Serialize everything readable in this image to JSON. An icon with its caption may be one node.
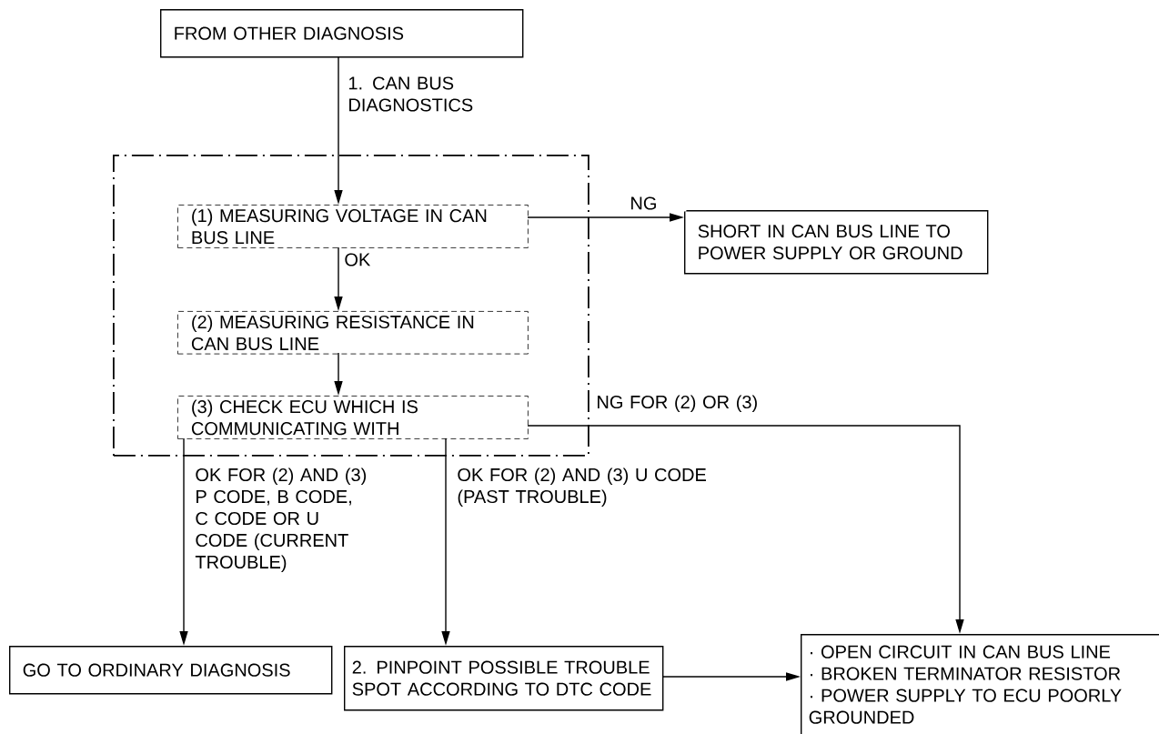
{
  "diagram": {
    "nodes": [
      {
        "text": [
          "FROM OTHER DIAGNOSIS"
        ]
      },
      {
        "text": [],
        "shape": "box"
      },
      {
        "text": [
          "(1) MEASURING VOLTAGE IN CAN BUS LINE"
        ],
        "in": 1
      },
      {
        "text": [
          "(2) MEASURING RESISTANCE IN CAN BUS LINE"
        ],
        "in": 1
      },
      {
        "text": [
          "(3) CHECK ECU WHICH IS COMMUNICATING WITH"
        ],
        "in": 1
      },
      {
        "text": [
          "SHORT IN CAN BUS LINE TO POWER SUPPLY OR GROUND"
        ]
      },
      {
        "text": [
          "GO TO ORDINARY DIAGNOSIS"
        ]
      },
      {
        "text": [
          "2. PINPOINT POSSIBLE TROUBLE SPOT ACCORDING TO DTC CODE"
        ]
      },
      {
        "text": [
          "· OPEN CIRCUIT IN CAN BUS LINE",
          "· BROKEN TERMINATOR RESISTOR",
          "· POWER SUPPLY TO ECU POORLY GROUNDED"
        ]
      }
    ],
    "edges": [
      {
        "from": 0,
        "to": 2,
        "arrow": "to",
        "label": "1. CAN BUS DIAGNOSTICS"
      },
      {
        "from": 2,
        "to": 5,
        "arrow": "to",
        "label": "NG"
      },
      {
        "from": 2,
        "to": 3,
        "arrow": "to",
        "label": "OK"
      },
      {
        "from": 3,
        "to": 4,
        "arrow": "to"
      },
      {
        "from": 4,
        "to": 8,
        "arrow": "to",
        "label": "NG FOR (2) OR (3)"
      },
      {
        "from": 4,
        "to": 6,
        "arrow": "to",
        "label": "OK FOR (2) AND (3) P CODE, B CODE, C CODE OR U CODE (CURRENT TROUBLE)"
      },
      {
        "from": 4,
        "to": 7,
        "arrow": "to",
        "label": "OK FOR (2) AND (3) U CODE (PAST TROUBLE)"
      },
      {
        "from": 7,
        "to": 8,
        "arrow": "to"
      }
    ]
  }
}
